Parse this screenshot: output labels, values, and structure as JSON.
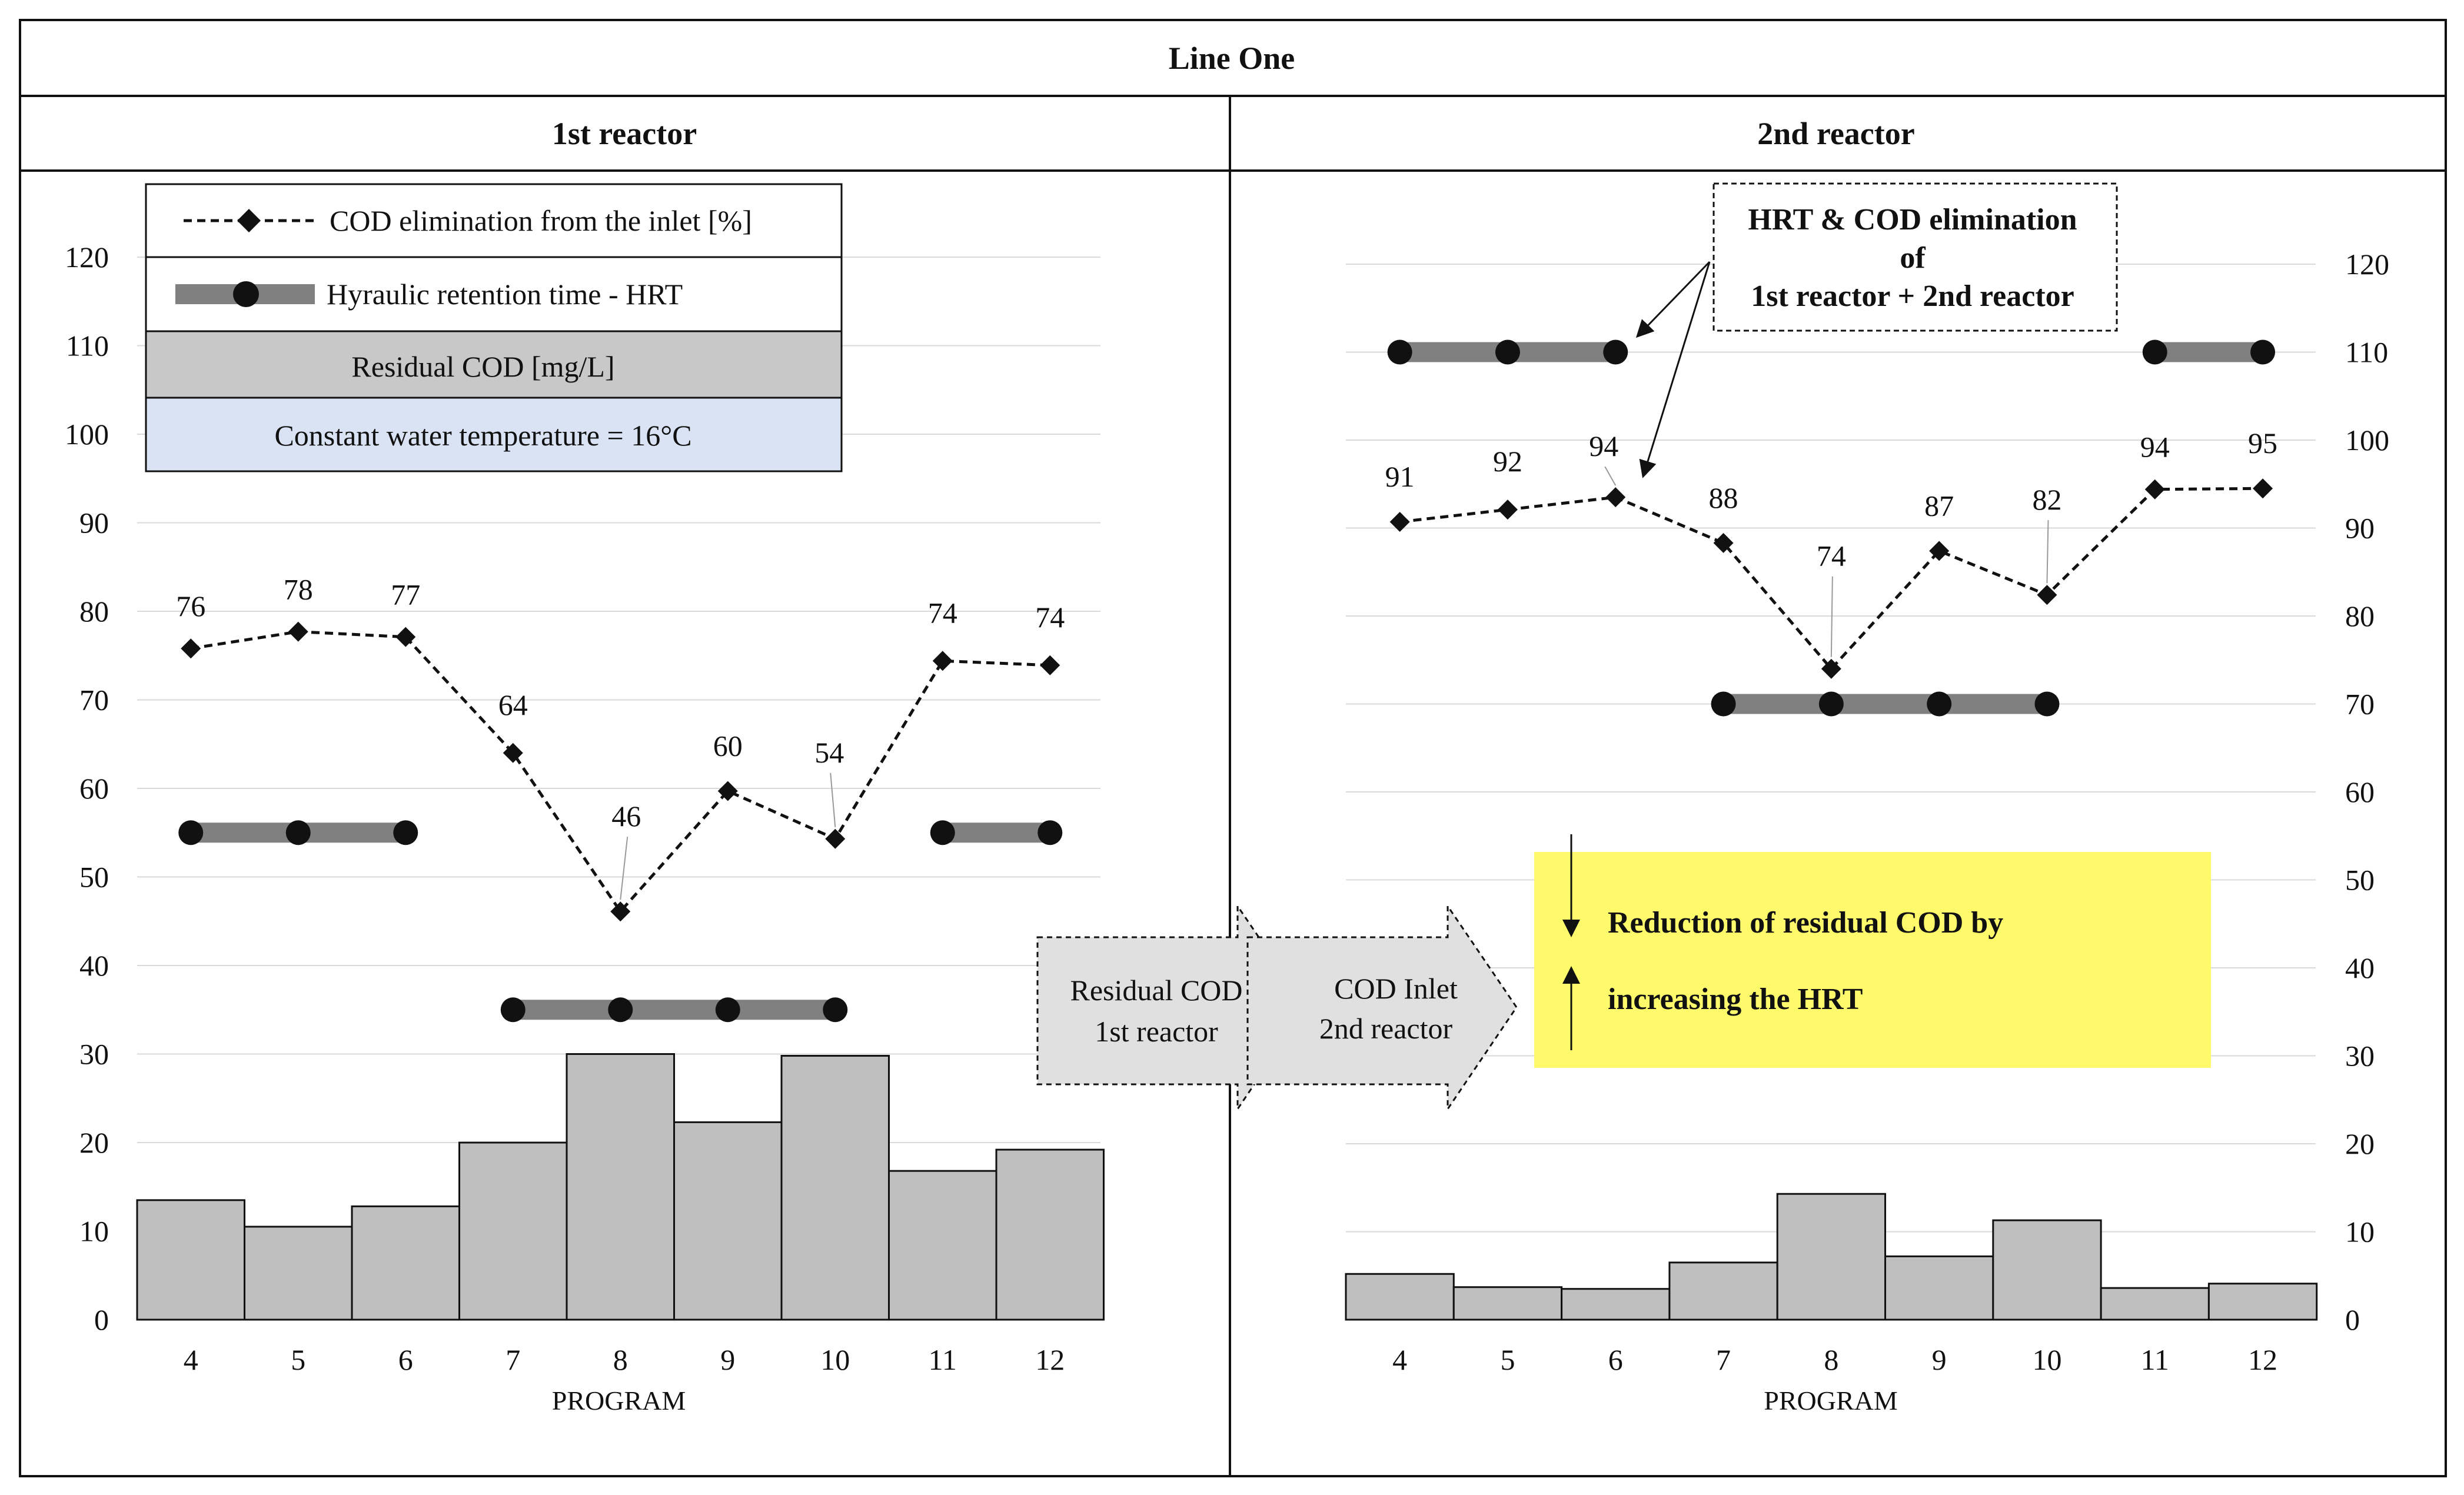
{
  "header": {
    "title": "Line One",
    "left_panel_title": "1st reactor",
    "right_panel_title": "2nd reactor"
  },
  "legend": {
    "cod_elimination": "COD elimination from the inlet [%]",
    "hrt": "Hyraulic retention time - HRT",
    "residual_cod": "Residual COD [mg/L]",
    "temperature": "Constant water temperature = 16°C"
  },
  "flow_arrows": {
    "residual_line1": "Residual COD",
    "residual_line2": "1st reactor",
    "inlet_line1": "COD Inlet",
    "inlet_line2": "2nd reactor"
  },
  "annotations": {
    "combined_line1": "HRT & COD elimination",
    "combined_line2": "of",
    "combined_line3": "1st reactor + 2nd reactor",
    "reduction_line1": "Reduction of residual COD by",
    "reduction_line2": "increasing the HRT"
  },
  "colors": {
    "bar_fill": "#bfbfbf",
    "hrt_line": "#808080",
    "legend_residual_bg": "#c8c8c8",
    "legend_temperature_bg": "#dae3f3",
    "flow_arrow_fill": "#e0e0e0",
    "highlight": "#fffa6b",
    "grid": "#d9d9d9"
  },
  "chart_data": [
    {
      "type": "bar",
      "panel": "1st reactor",
      "categories": [
        "4",
        "5",
        "6",
        "7",
        "8",
        "9",
        "10",
        "11",
        "12"
      ],
      "xlabel": "PROGRAM",
      "ylim": [
        0,
        120
      ],
      "yticks": [
        0,
        10,
        20,
        30,
        40,
        50,
        60,
        70,
        80,
        90,
        100,
        110,
        120
      ],
      "grid": true,
      "series": [
        {
          "name": "Residual COD [mg/L]",
          "type": "bar",
          "values": [
            13.5,
            10.5,
            12.8,
            20,
            30,
            22.3,
            29.8,
            16.8,
            19.2
          ]
        },
        {
          "name": "COD elimination from the inlet [%]",
          "type": "line",
          "values": [
            75.8,
            77.7,
            77.1,
            64,
            46.1,
            59.7,
            54.3,
            74.4,
            73.9
          ],
          "labels": [
            "76",
            "78",
            "77",
            "64",
            "46",
            "60",
            "54",
            "74",
            "74"
          ]
        },
        {
          "name": "Hyraulic retention time - HRT",
          "type": "line",
          "segments": [
            {
              "x": [
                "4",
                "5",
                "6"
              ],
              "y": 55
            },
            {
              "x": [
                "7",
                "8",
                "9",
                "10"
              ],
              "y": 35
            },
            {
              "x": [
                "11",
                "12"
              ],
              "y": 55
            }
          ]
        }
      ]
    },
    {
      "type": "bar",
      "panel": "2nd reactor",
      "categories": [
        "4",
        "5",
        "6",
        "7",
        "8",
        "9",
        "10",
        "11",
        "12"
      ],
      "xlabel": "PROGRAM",
      "ylim": [
        0,
        120
      ],
      "yticks": [
        0,
        10,
        20,
        30,
        40,
        50,
        60,
        70,
        80,
        90,
        100,
        110,
        120
      ],
      "grid": true,
      "series": [
        {
          "name": "Residual COD [mg/L]",
          "type": "bar",
          "values": [
            5.2,
            3.7,
            3.5,
            6.5,
            14.3,
            7.2,
            11.3,
            3.6,
            4.1
          ]
        },
        {
          "name": "COD elimination from the inlet [%]",
          "type": "line",
          "values": [
            90.7,
            92.1,
            93.5,
            88.3,
            74,
            87.4,
            82.4,
            94.4,
            94.5
          ],
          "labels": [
            "91",
            "92",
            "94",
            "88",
            "74",
            "87",
            "82",
            "94",
            "95"
          ]
        },
        {
          "name": "Hyraulic retention time - HRT",
          "type": "line",
          "segments": [
            {
              "x": [
                "4",
                "5",
                "6"
              ],
              "y": 110
            },
            {
              "x": [
                "7",
                "8",
                "9",
                "10"
              ],
              "y": 70
            },
            {
              "x": [
                "11",
                "12"
              ],
              "y": 110
            }
          ]
        }
      ]
    }
  ]
}
